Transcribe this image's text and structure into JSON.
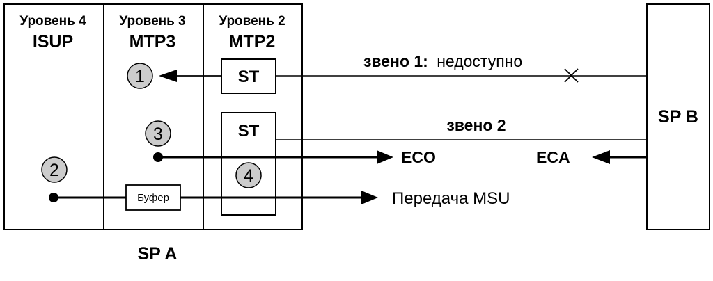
{
  "layers": {
    "l4": {
      "title": "Уровень 4",
      "subtitle": "ISUP"
    },
    "l3": {
      "title": "Уровень 3",
      "subtitle": "MTP3"
    },
    "l2": {
      "title": "Уровень 2",
      "subtitle": "MTP2"
    }
  },
  "sp_a": "SP A",
  "sp_b": "SP B",
  "st_top": "ST",
  "st_bottom": "ST",
  "buffer": "Буфер",
  "link1": {
    "name": "звено 1:",
    "status": "недоступно"
  },
  "link2": "звено 2",
  "eco": "ECO",
  "eca": "ECA",
  "msu": "Передача MSU",
  "markers": [
    "1",
    "2",
    "3",
    "4"
  ]
}
